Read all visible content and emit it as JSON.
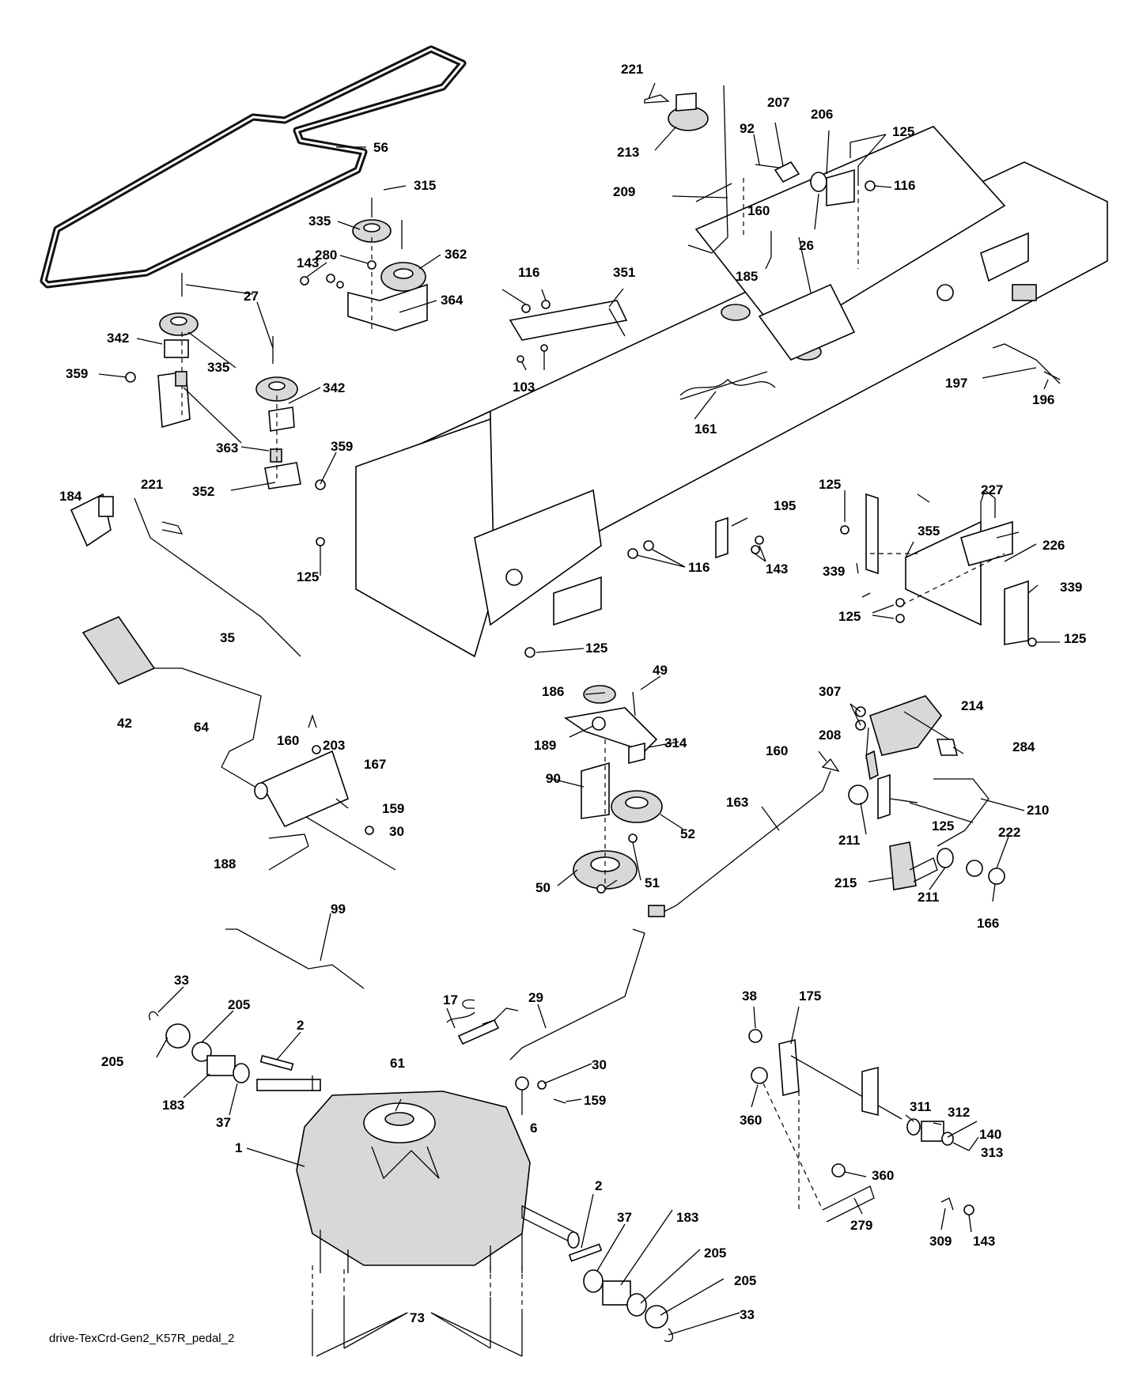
{
  "caption": "drive-TexCrd-Gen2_K57R_pedal_2",
  "callouts": [
    "221",
    "213",
    "209",
    "92",
    "207",
    "206",
    "125",
    "116",
    "160",
    "26",
    "185",
    "56",
    "315",
    "335",
    "362",
    "280",
    "143",
    "364",
    "27",
    "342",
    "359",
    "363",
    "352",
    "116",
    "351",
    "103",
    "161",
    "197",
    "196",
    "184",
    "221",
    "35",
    "125",
    "195",
    "143",
    "125",
    "227",
    "226",
    "355",
    "339",
    "125",
    "339",
    "125",
    "116",
    "125",
    "42",
    "64",
    "160",
    "203",
    "167",
    "159",
    "30",
    "188",
    "186",
    "49",
    "189",
    "314",
    "90",
    "52",
    "50",
    "51",
    "307",
    "214",
    "208",
    "160",
    "284",
    "163",
    "210",
    "125",
    "211",
    "222",
    "215",
    "211",
    "166",
    "99",
    "33",
    "205",
    "205",
    "2",
    "183",
    "37",
    "17",
    "61",
    "29",
    "30",
    "159",
    "6",
    "1",
    "38",
    "175",
    "360",
    "311",
    "312",
    "140",
    "313",
    "360",
    "279",
    "309",
    "143",
    "2",
    "37",
    "183",
    "205",
    "205",
    "33",
    "73"
  ]
}
